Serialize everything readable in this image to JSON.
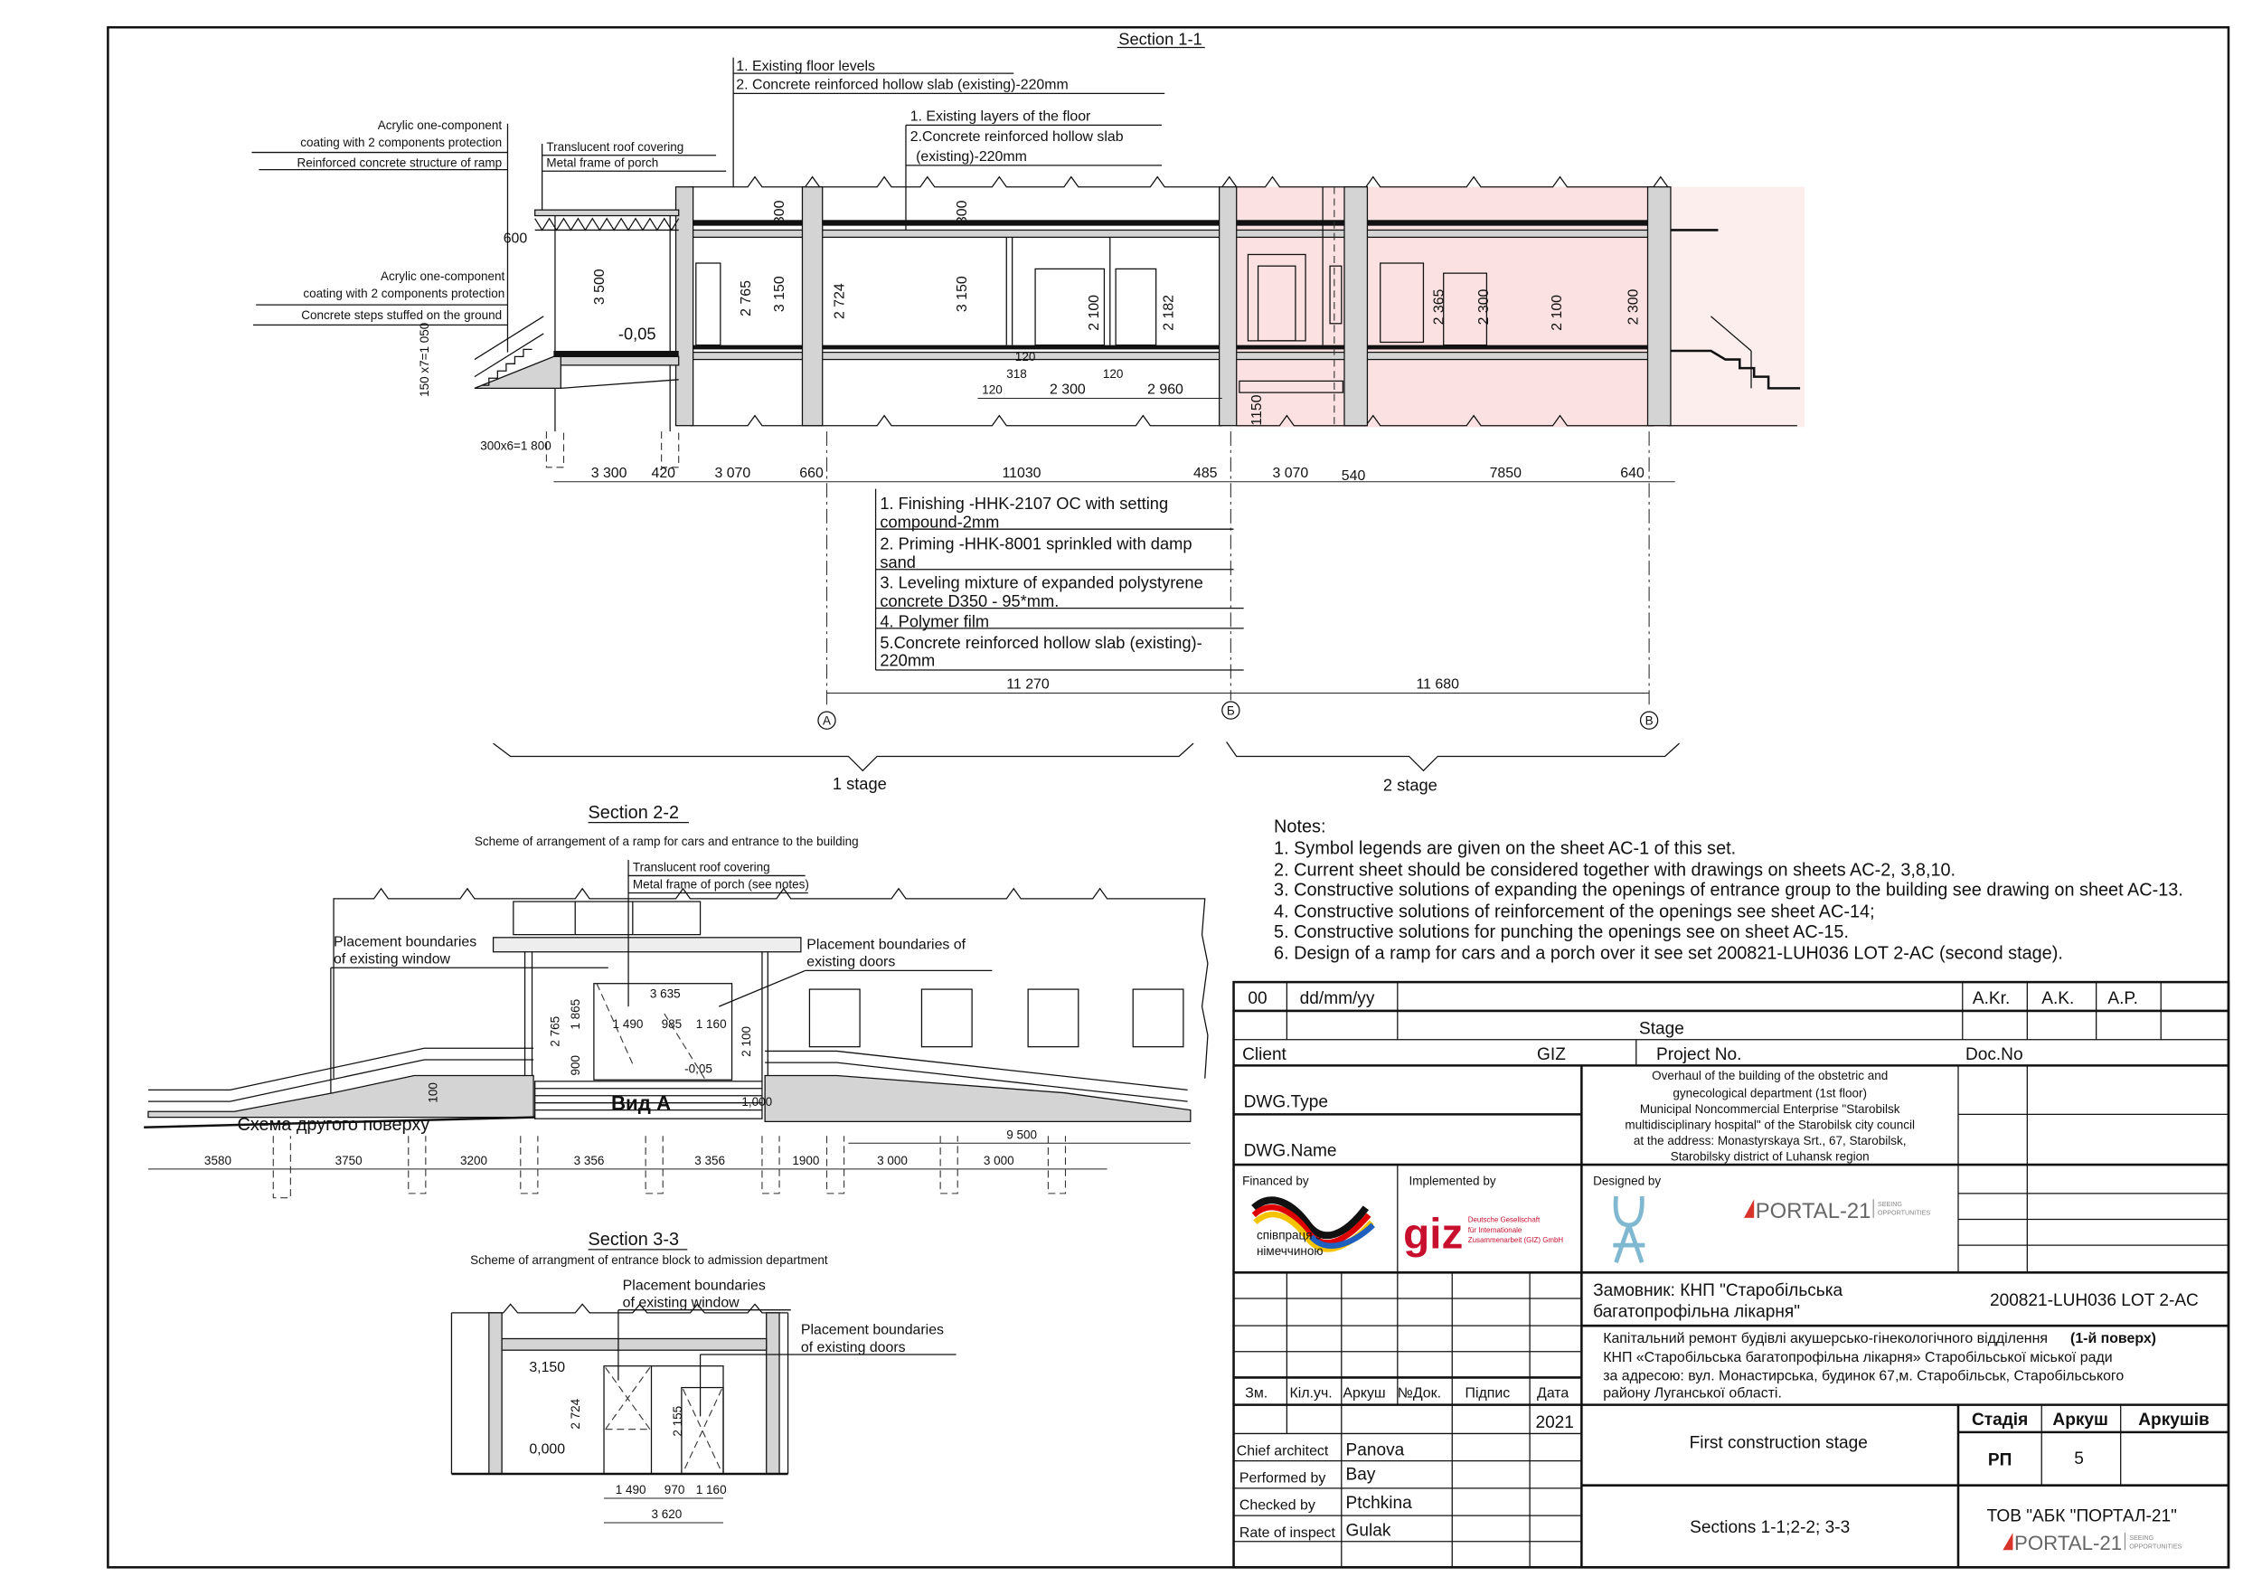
{
  "section_1_1": {
    "title": "Section 1-1",
    "callouts_left_top": [
      "Acrylic one-component",
      "coating with 2 components protection",
      "Reinforced concrete structure of ramp"
    ],
    "callouts_porch": [
      "Translucent roof covering",
      "Metal frame of porch"
    ],
    "callouts_floor_top": [
      "1. Existing floor levels",
      "2. Concrete reinforced hollow slab (existing)-220mm"
    ],
    "callouts_floor_mid": [
      "1. Existing layers of the floor",
      "2.Concrete reinforced hollow slab",
      "(existing)-220mm"
    ],
    "callouts_left_bottom": [
      "Acrylic one-component",
      "coating with 2 components protection",
      "Concrete steps stuffed on the ground"
    ],
    "levels": {
      "porch_height": "600",
      "entrance_level": "-0,05"
    },
    "vertical_dims": [
      "3 500",
      "300",
      "2 765",
      "3 150",
      "2 724",
      "300",
      "3 150",
      "2 100",
      "2 182",
      "2 365",
      "2 300",
      "2 100",
      "2 300",
      "150 x7=1 050",
      "1150"
    ],
    "small_dims": [
      "120",
      "318",
      "120",
      "2 300",
      "120",
      "2 960",
      "300x6=1 800"
    ],
    "bottom_dims": [
      "3 300",
      "420",
      "3 070",
      "660",
      "11030",
      "485",
      "3 070",
      "540",
      "7850",
      "640"
    ],
    "floor_layers": [
      [
        "1. Finishing -HHK-2107 OC with setting",
        "compound-2mm"
      ],
      [
        "2. Priming -HHK-8001 sprinkled with damp",
        "sand"
      ],
      [
        "3. Leveling mixture of expanded polystyrene",
        "concrete  D350 - 95*mm."
      ],
      [
        "4. Polymer film",
        ""
      ],
      [
        "5.Concrete reinforced hollow slab (existing)-",
        "220mm"
      ]
    ],
    "axis_dims": [
      "11 270",
      "11 680"
    ],
    "axes": [
      "А",
      "Б",
      "В"
    ],
    "stages": [
      "1 stage",
      "2 stage"
    ]
  },
  "section_2_2": {
    "title": "Section 2-2",
    "subtitle": "Scheme of arrangement of a ramp for cars and entrance to the building",
    "porch_labels": [
      "Translucent roof covering",
      "Metal frame of porch (see notes)"
    ],
    "window_label": [
      "Placement boundaries",
      "of existing window"
    ],
    "doors_label": [
      "Placement boundaries of",
      "existing doors"
    ],
    "dims": {
      "width_total": "3 635",
      "w1": "1 490",
      "w2": "985",
      "w3": "1 160",
      "h_total": "2 765",
      "h_upper": "1 865",
      "h_lower": "900",
      "door_h": "2 100",
      "step": "100",
      "ramp_len": "9 500"
    },
    "levels": [
      "-0,05",
      "-1,000"
    ],
    "view_label": "Вид А",
    "overlay_label": "Схема другого поверху",
    "bottom_dims": [
      "3580",
      "3750",
      "3200",
      "3 356",
      "3 356",
      "1900",
      "3 000",
      "3 000"
    ]
  },
  "section_3_3": {
    "title": "Section 3-3",
    "subtitle": "Scheme of arrangment of entrance block to admission department",
    "window_label": [
      "Placement boundaries",
      "of existing window"
    ],
    "doors_label": [
      "Placement boundaries",
      "of existing doors"
    ],
    "levels": [
      "3,150",
      "0,000"
    ],
    "dims": [
      "2 724",
      "2 155",
      "1 490",
      "970",
      "1 160",
      "3 620"
    ]
  },
  "notes": {
    "title": "Notes:",
    "items": [
      "1. Symbol legends are given on the sheet AC-1 of this set.",
      "2. Current sheet should be considered together with drawings on sheets AC-2, 3,8,10.",
      "3. Constructive solutions of expanding the openings of entrance group to the building see drawing on sheet AC-13.",
      "4. Constructive solutions of reinforcement of the openings see sheet AC-14;",
      "5. Constructive solutions for punching the openings see on sheet AC-15.",
      "6. Design of a ramp for cars and a porch over it see set 200821-LUH036 LOT 2-AC (second stage)."
    ]
  },
  "title_block": {
    "rev": "00",
    "date": "dd/mm/yy",
    "approvals": [
      "A.Kr.",
      "A.K.",
      "A.P."
    ],
    "stage_label": "Stage",
    "client_label": "Client",
    "client_value": "GIZ",
    "project_no_label": "Project No.",
    "doc_no_label": "Doc.No",
    "dwg_type_label": "DWG.Type",
    "dwg_name_label": "DWG.Name",
    "project_description": [
      "Overhaul of the building of the obstetric and",
      "gynecological department (1st floor)",
      "Municipal Noncommercial Enterprise \"Starobilsk",
      "multidisciplinary hospital\" of the Starobilsk city council",
      "at the address: Monastyrskaya Srt., 67, Starobilsk,",
      "Starobilsky district of Luhansk region"
    ],
    "financed_by": "Financed by",
    "implemented_by": "Implemented by",
    "designed_by": "Designed by",
    "logo_texts": {
      "german_coop": [
        "співпраця з",
        "німеччиною"
      ],
      "giz": "giz",
      "giz_full": [
        "Deutsche Gesellschaft",
        "für Internationale",
        "Zusammenarbeit (GIZ) GmbH"
      ],
      "portal": "PORTAL-21",
      "portal_tagline": [
        "SEEING",
        "OPPORTUNITIES"
      ]
    },
    "customer": [
      "Замовник: КНП \"Старобільська",
      "багатопрофільна лікарня\""
    ],
    "document_code": "200821-LUH036 LOT 2-AC",
    "ukr_description": [
      "Капітальний ремонт  будівлі акушерсько-гінекологічного відділення",
      "(1-й поверх)",
      "КНП «Старобільська багатопрофільна лікарня»  Старобільської міської  ради",
      "за адресою: вул. Монастирська, будинок 67,м. Старобільськ, Старобільського",
      "району Луганської області."
    ],
    "revision_headers": [
      "Зм.",
      "Кіл.уч.",
      "Аркуш",
      "№Док.",
      "Підпис",
      "Дата"
    ],
    "year": "2021",
    "signatories": [
      {
        "role": "Chief architect",
        "name": "Panova"
      },
      {
        "role": "Performed by",
        "name": "Bay"
      },
      {
        "role": "Checked by",
        "name": "Ptchkina"
      },
      {
        "role": "Rate of inspect",
        "name": "Gulak"
      }
    ],
    "stage_title": "First construction stage",
    "sheet_headers": [
      "Стадія",
      "Аркуш",
      "Аркушів"
    ],
    "sheet_values": [
      "РП",
      "5",
      ""
    ],
    "drawing_title": "Sections 1-1;2-2; 3-3",
    "company": "ТОВ \"АБК \"ПОРТАЛ-21\""
  }
}
